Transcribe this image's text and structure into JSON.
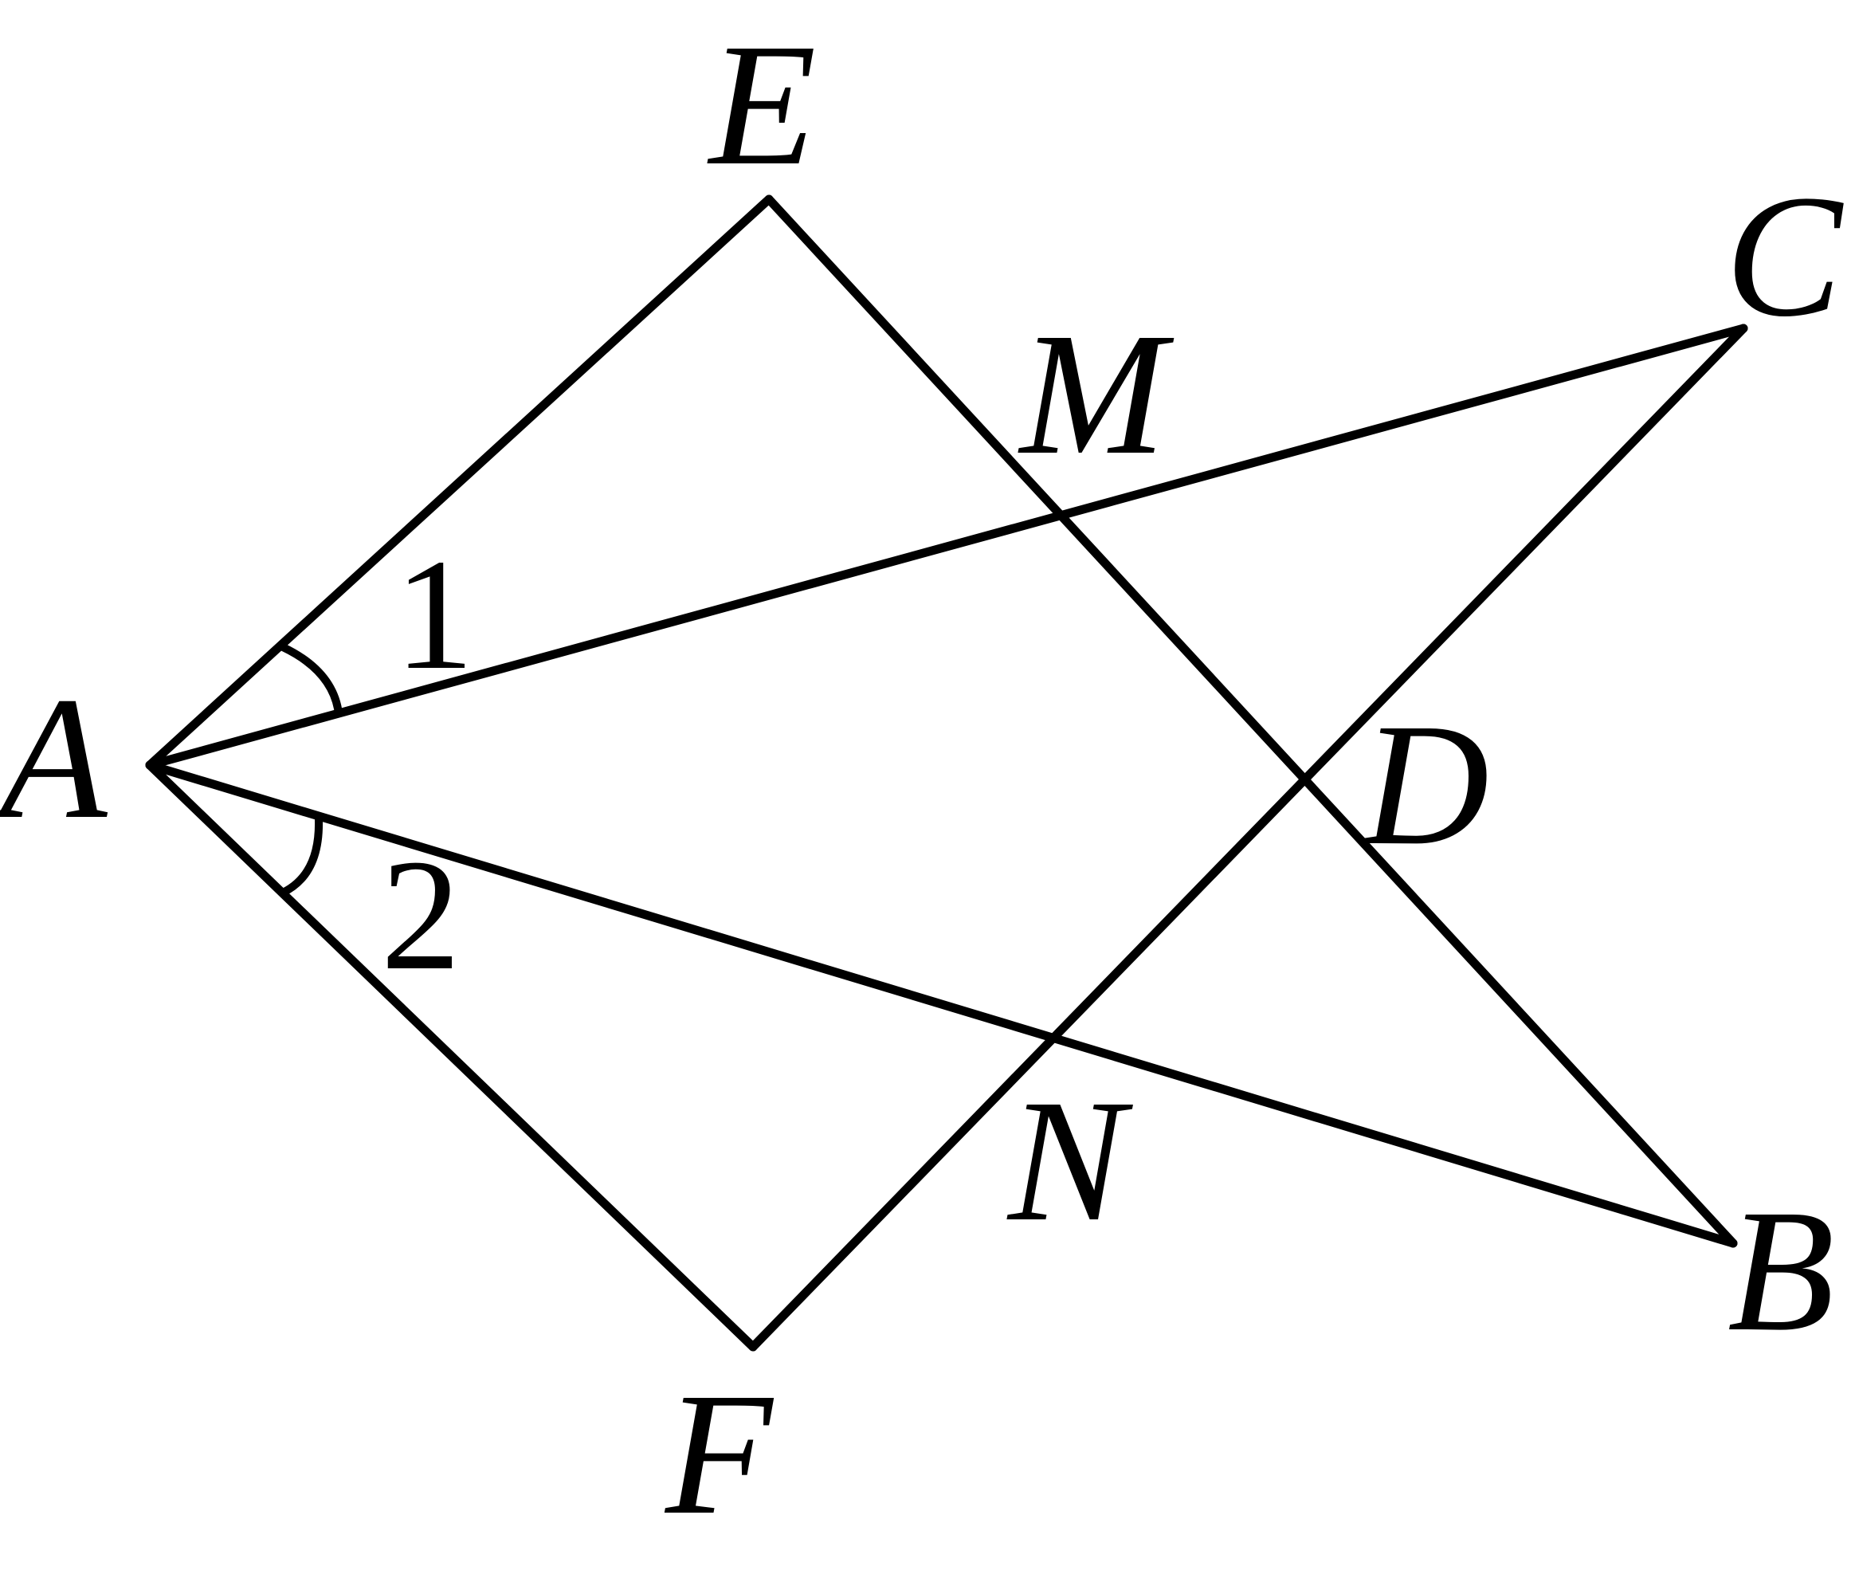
{
  "figure": {
    "points": {
      "A": "A",
      "B": "B",
      "C": "C",
      "D": "D",
      "E": "E",
      "F": "F",
      "M": "M",
      "N": "N"
    },
    "angles": {
      "angle1": "1",
      "angle2": "2"
    },
    "segments": [
      "AE",
      "AF",
      "AC",
      "AB",
      "EB",
      "FC"
    ],
    "line_color": "#000000"
  }
}
